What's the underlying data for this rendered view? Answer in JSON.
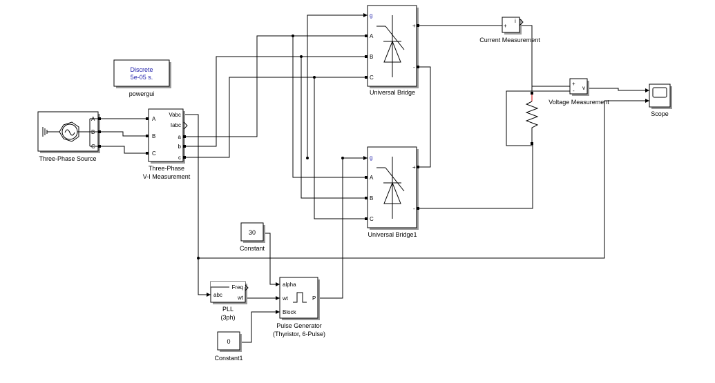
{
  "blocks": {
    "powergui": {
      "line1": "Discrete",
      "line2": "5e-05 s.",
      "name": "powergui"
    },
    "source": {
      "name": "Three-Phase Source",
      "ports": [
        "A",
        "B",
        "C"
      ]
    },
    "vi_meas": {
      "name_line1": "Three-Phase",
      "name_line2": "V-I Measurement",
      "in_ports": [
        "A",
        "B",
        "C"
      ],
      "out_ports": [
        "Vabc",
        "Iabc",
        "a",
        "b",
        "c"
      ]
    },
    "bridge1": {
      "name": "Universal Bridge",
      "ports": [
        "g",
        "A",
        "B",
        "C"
      ],
      "plus": "+",
      "minus": "-"
    },
    "bridge2": {
      "name": "Universal Bridge1",
      "ports": [
        "g",
        "A",
        "B",
        "C"
      ],
      "plus": "+",
      "minus": "-"
    },
    "current_meas": {
      "name": "Current Measurement",
      "port_in": "+",
      "port_out": "i"
    },
    "voltage_meas": {
      "name": "Voltage Measurement",
      "port_plus": "+",
      "port_minus": "-",
      "port_out": "v"
    },
    "scope": {
      "name": "Scope"
    },
    "constant": {
      "value": "30",
      "name": "Constant"
    },
    "constant1": {
      "value": "0",
      "name": "Constant1"
    },
    "pll": {
      "name_line1": "PLL",
      "name_line2": "(3ph)",
      "in_port": "abc",
      "out_ports": [
        "Freq",
        "wt"
      ]
    },
    "pulse_gen": {
      "name_line1": "Pulse Generator",
      "name_line2": "(Thyristor, 6-Pulse)",
      "in_ports": [
        "alpha",
        "wt",
        "Block"
      ],
      "out_port": "P"
    }
  },
  "colors": {
    "wire": "#000000",
    "block_shadow": "#9a9a9a",
    "gui_text": "#1a1aa8",
    "measure_point": "#d00000"
  }
}
